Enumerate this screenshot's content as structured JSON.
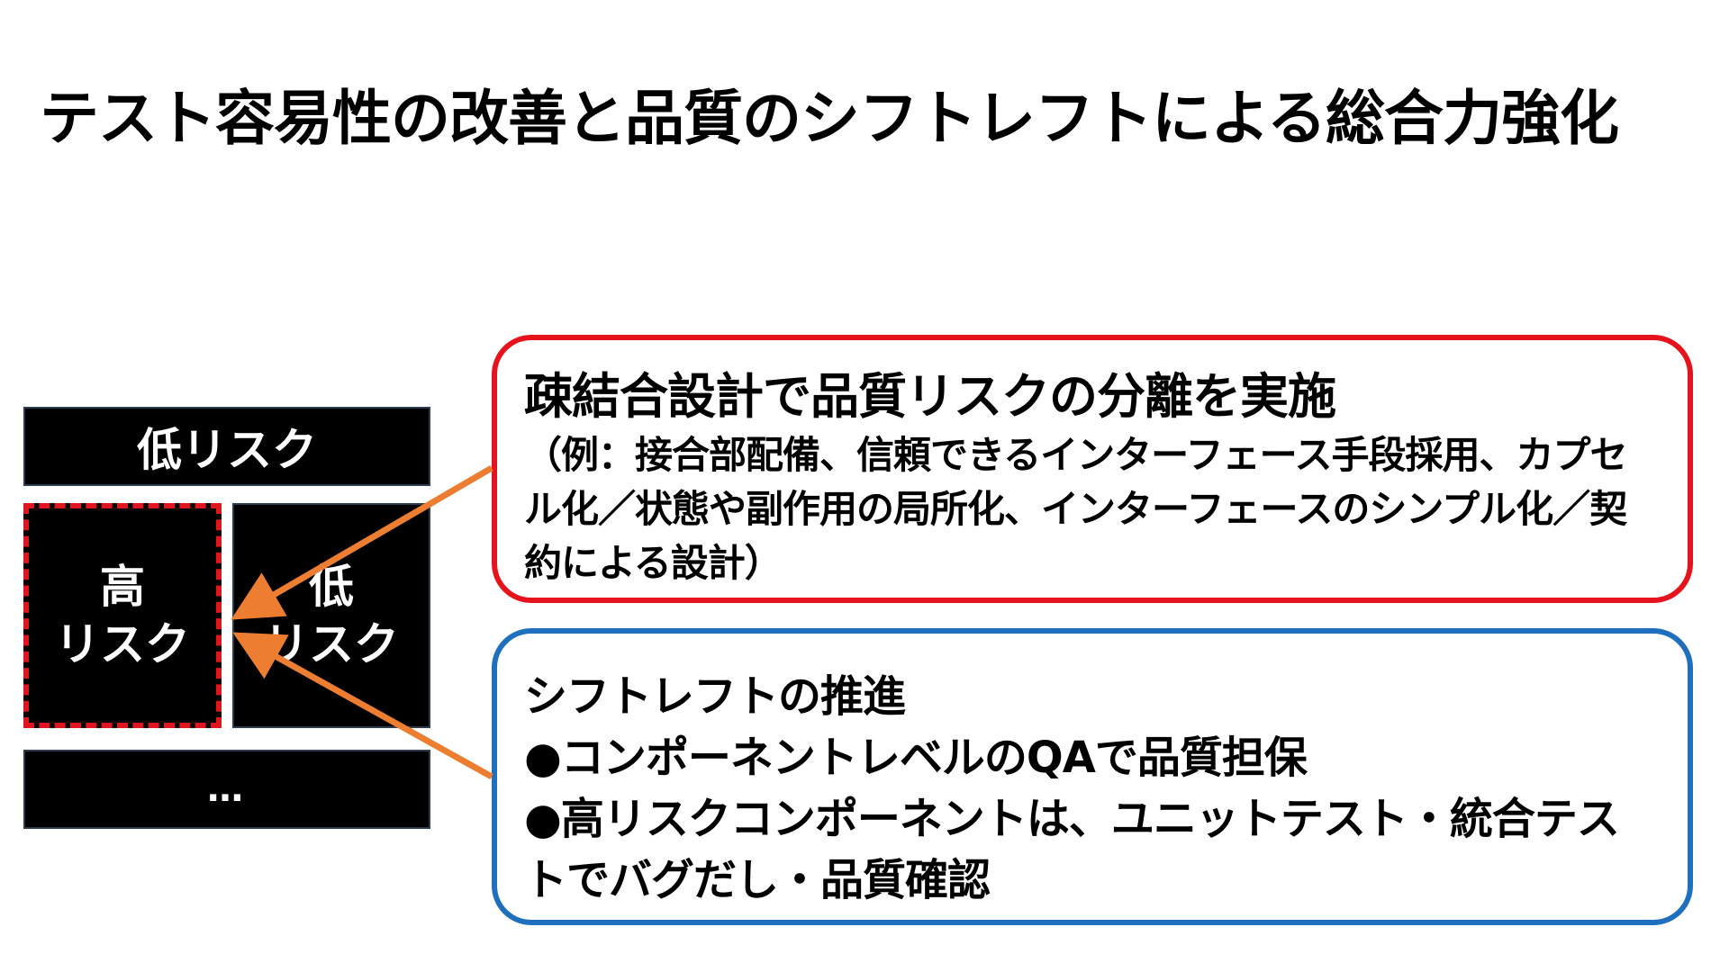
{
  "slide": {
    "title": "テスト容易性の改善と品質のシフトレフトによる総合力強化"
  },
  "diagram": {
    "block_low_top": "低リスク",
    "block_high_line1": "高",
    "block_high_line2": "リスク",
    "block_low_mid_line1": "低",
    "block_low_mid_line2": "リスク",
    "block_more": "…"
  },
  "red_box": {
    "heading": "疎結合設計で品質リスクの分離を実施",
    "body": "（例：接合部配備、信頼できるインターフェース手段採用、カプセル化／状態や副作用の局所化、インターフェースのシンプル化／契約による設計）"
  },
  "blue_box": {
    "heading": "シフトレフトの推進",
    "bullet1": "●コンポーネントレベルのQAで品質担保",
    "bullet2": "●高リスクコンポーネントは、ユニットテスト・統合テストでバグだし・品質確認"
  },
  "colors": {
    "red_border": "#e5131b",
    "blue_border": "#1f6fbf",
    "high_risk_dashed_border": "#e0161e",
    "arrow": "#ed7d31",
    "block_fill": "#000000"
  },
  "icons": {
    "arrow_from_red_box": "arrow-left-down-icon",
    "arrow_from_blue_box": "arrow-left-up-icon"
  }
}
